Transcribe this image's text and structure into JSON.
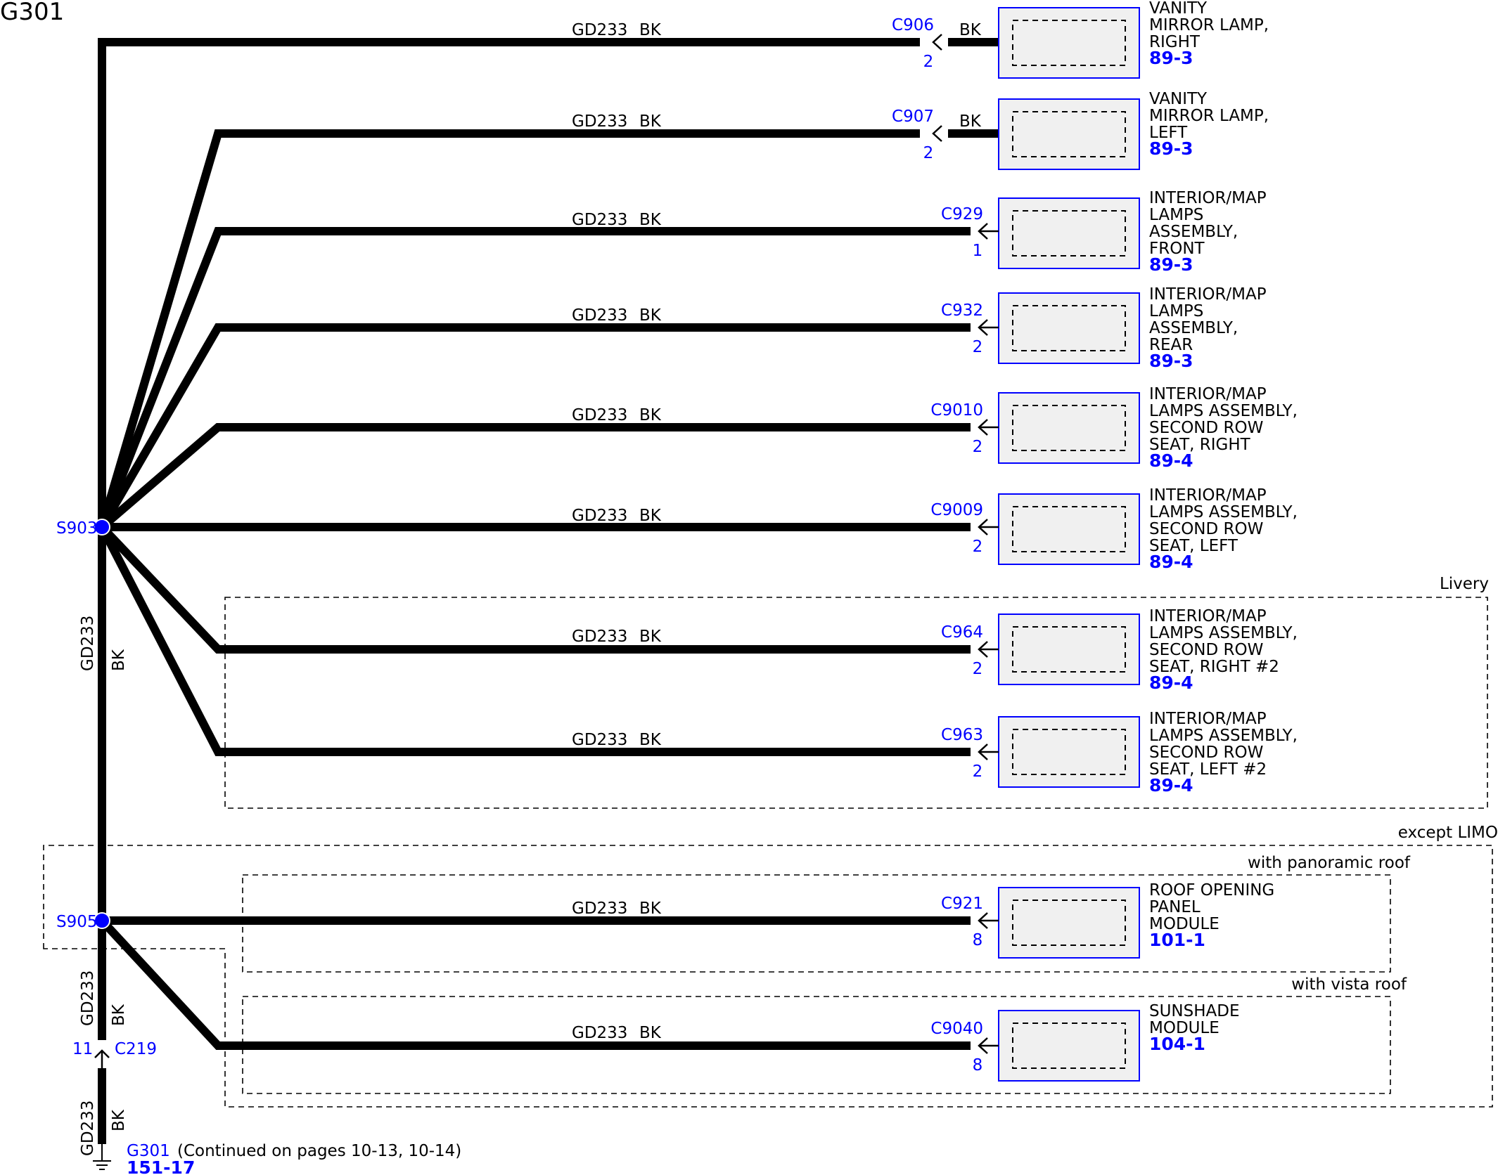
{
  "title": "G301",
  "wire": {
    "circuit": "GD233",
    "color": "BK"
  },
  "splices": [
    {
      "id": "S903"
    },
    {
      "id": "S905"
    }
  ],
  "branches": [
    {
      "connector": "C906",
      "pin": "2",
      "color_at_component": "BK",
      "component": [
        "VANITY",
        "MIRROR LAMP,",
        "RIGHT"
      ],
      "ref": "89-3"
    },
    {
      "connector": "C907",
      "pin": "2",
      "color_at_component": "BK",
      "component": [
        "VANITY",
        "MIRROR LAMP,",
        "LEFT"
      ],
      "ref": "89-3"
    },
    {
      "connector": "C929",
      "pin": "1",
      "component": [
        "INTERIOR/MAP",
        "LAMPS",
        "ASSEMBLY,",
        "FRONT"
      ],
      "ref": "89-3"
    },
    {
      "connector": "C932",
      "pin": "2",
      "component": [
        "INTERIOR/MAP",
        "LAMPS",
        "ASSEMBLY,",
        "REAR"
      ],
      "ref": "89-3"
    },
    {
      "connector": "C9010",
      "pin": "2",
      "component": [
        "INTERIOR/MAP",
        "LAMPS ASSEMBLY,",
        "SECOND ROW",
        "SEAT, RIGHT"
      ],
      "ref": "89-4"
    },
    {
      "connector": "C9009",
      "pin": "2",
      "component": [
        "INTERIOR/MAP",
        "LAMPS ASSEMBLY,",
        "SECOND ROW",
        "SEAT, LEFT"
      ],
      "ref": "89-4"
    },
    {
      "connector": "C964",
      "pin": "2",
      "component": [
        "INTERIOR/MAP",
        "LAMPS ASSEMBLY,",
        "SECOND ROW",
        "SEAT, RIGHT #2"
      ],
      "ref": "89-4"
    },
    {
      "connector": "C963",
      "pin": "2",
      "component": [
        "INTERIOR/MAP",
        "LAMPS ASSEMBLY,",
        "SECOND ROW",
        "SEAT, LEFT #2"
      ],
      "ref": "89-4"
    },
    {
      "connector": "C921",
      "pin": "8",
      "component": [
        "ROOF OPENING",
        "PANEL",
        "MODULE"
      ],
      "ref": "101-1"
    },
    {
      "connector": "C9040",
      "pin": "8",
      "component": [
        "SUNSHADE",
        "MODULE"
      ],
      "ref": "104-1"
    }
  ],
  "options": {
    "livery": "Livery",
    "except_limo": "except LIMO",
    "panoramic": "with panoramic roof",
    "vista": "with vista roof"
  },
  "inline_connector": {
    "id": "C219",
    "pin": "11"
  },
  "ground": {
    "id": "G301",
    "ref": "151-17",
    "note": "(Continued on pages 10-13, 10-14)"
  }
}
